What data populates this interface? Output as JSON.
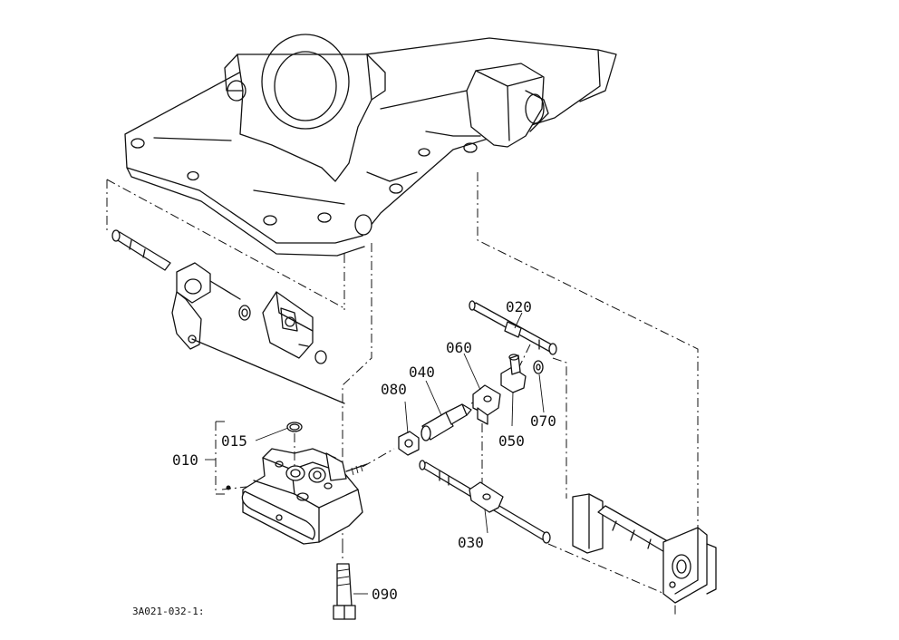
{
  "callouts": [
    {
      "id": "010",
      "label": "010"
    },
    {
      "id": "015",
      "label": "015"
    },
    {
      "id": "020",
      "label": "020"
    },
    {
      "id": "030",
      "label": "030"
    },
    {
      "id": "040",
      "label": "040"
    },
    {
      "id": "050",
      "label": "050"
    },
    {
      "id": "060",
      "label": "060"
    },
    {
      "id": "070",
      "label": "070"
    },
    {
      "id": "080",
      "label": "080"
    },
    {
      "id": "090",
      "label": "090"
    }
  ],
  "reference_code": "3A021-032-1:"
}
